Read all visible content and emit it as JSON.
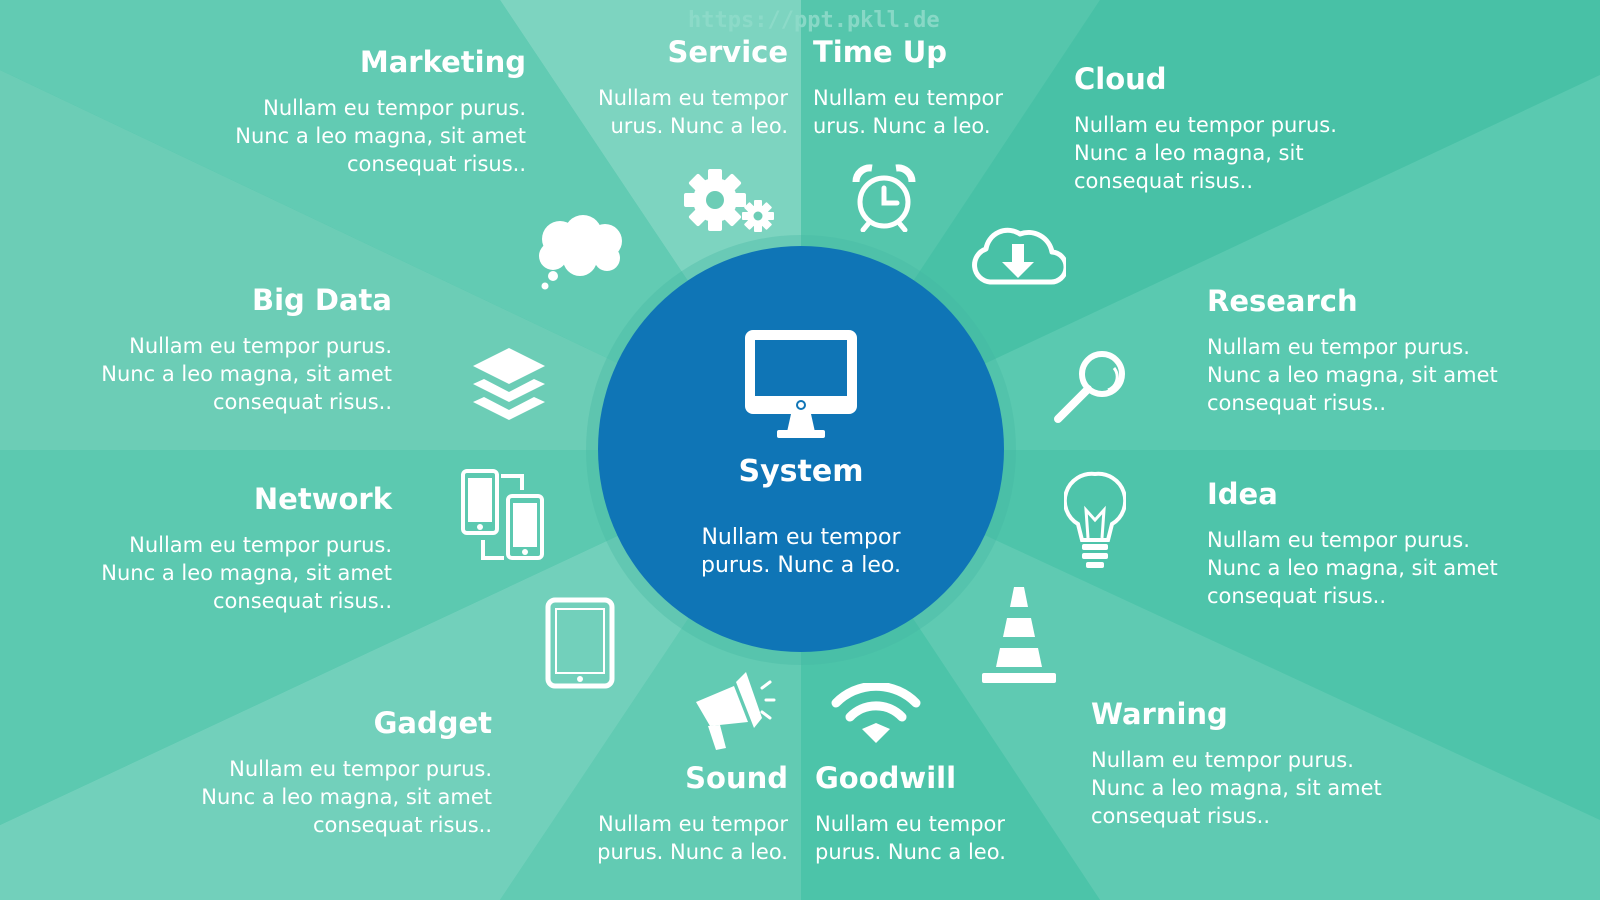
{
  "watermark": "https://ppt.pkll.de",
  "center": {
    "title": "System",
    "text_line1": "Nullam eu tempor",
    "text_line2": "purus. Nunc a leo.",
    "icon": "monitor-icon"
  },
  "items": {
    "marketing": {
      "title": "Marketing",
      "line1": "Nullam eu tempor purus.",
      "line2": "Nunc a leo magna, sit amet",
      "line3": "consequat risus..",
      "icon": "thought-bubble-icon"
    },
    "service": {
      "title": "Service",
      "line1": "Nullam eu tempor",
      "line2": "urus. Nunc a leo.",
      "icon": "gears-icon"
    },
    "timeup": {
      "title": "Time Up",
      "line1": "Nullam eu tempor",
      "line2": "urus. Nunc a leo.",
      "icon": "alarm-clock-icon"
    },
    "cloud": {
      "title": "Cloud",
      "line1": "Nullam eu tempor purus.",
      "line2": "Nunc a leo magna, sit",
      "line3": "consequat risus..",
      "icon": "cloud-download-icon"
    },
    "bigdata": {
      "title": "Big Data",
      "line1": "Nullam eu tempor purus.",
      "line2": "Nunc a leo magna, sit amet",
      "line3": "consequat risus..",
      "icon": "layers-icon"
    },
    "research": {
      "title": "Research",
      "line1": "Nullam eu tempor purus.",
      "line2": "Nunc a leo magna, sit amet",
      "line3": "consequat risus..",
      "icon": "magnifier-icon"
    },
    "network": {
      "title": "Network",
      "line1": "Nullam eu tempor purus.",
      "line2": "Nunc a leo magna, sit amet",
      "line3": "consequat risus..",
      "icon": "phones-sync-icon"
    },
    "idea": {
      "title": "Idea",
      "line1": "Nullam eu tempor purus.",
      "line2": "Nunc a leo magna, sit amet",
      "line3": "consequat risus..",
      "icon": "lightbulb-icon"
    },
    "gadget": {
      "title": "Gadget",
      "line1": "Nullam eu tempor purus.",
      "line2": "Nunc a leo magna, sit amet",
      "line3": "consequat risus..",
      "icon": "tablet-icon"
    },
    "warning": {
      "title": "Warning",
      "line1": "Nullam eu tempor purus.",
      "line2": "Nunc a leo magna, sit amet",
      "line3": "consequat risus..",
      "icon": "traffic-cone-icon"
    },
    "sound": {
      "title": "Sound",
      "line1": "Nullam eu tempor",
      "line2": "purus. Nunc a leo.",
      "icon": "megaphone-icon"
    },
    "goodwill": {
      "title": "Goodwill",
      "line1": "Nullam eu tempor",
      "line2": "purus. Nunc a leo.",
      "icon": "wifi-icon"
    }
  },
  "colors": {
    "center_circle": "#0f75b6",
    "text": "#ffffff",
    "background": "#4cc4aa"
  }
}
